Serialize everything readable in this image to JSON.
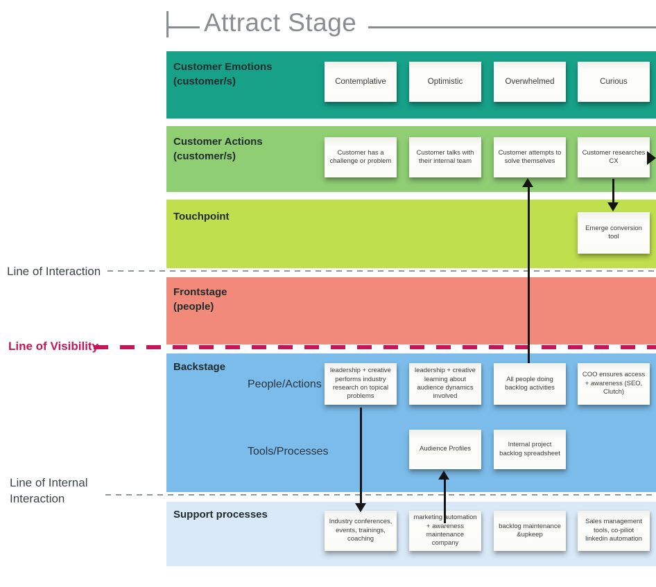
{
  "board": {
    "title": "Attract Stage"
  },
  "lines": {
    "interaction": {
      "label": "Line of Interaction"
    },
    "visibility": {
      "label": "Line of Visibility"
    },
    "internal": {
      "label": "Line of Internal\nInteraction"
    }
  },
  "rows": {
    "emotions": {
      "label": "Customer Emotions\n(customer/s)",
      "color": "#17a189",
      "notes": [
        "Contemplative",
        "Optimistic",
        "Overwhelmed",
        "Curious"
      ]
    },
    "actions": {
      "label": "Customer Actions\n(customer/s)",
      "color": "#90ce74",
      "notes": [
        "Customer has a challenge or problem",
        "Customer talks with their internal team",
        "Customer attempts to solve themselves",
        "Customer researches CX"
      ]
    },
    "touchpoint": {
      "label": "Touchpoint",
      "color": "#bfdf4d",
      "notes": [
        "Emerge conversion tool"
      ]
    },
    "frontstage": {
      "label": "Frontstage\n(people)",
      "color": "#f18a7b",
      "notes": []
    },
    "backstage": {
      "label": "Backstage",
      "color": "#7cbcea",
      "sublabel_people": "People/Actions",
      "sublabel_tools": "Tools/Processes",
      "people_notes": [
        "leadership + creative performs industry research on topical problems",
        "leadership + creative learning about audience dynamics involved",
        "All people doing backlog activities",
        "COO ensures access + awareness (SEO, Clutch)"
      ],
      "tools_notes": [
        "Audience Profiles",
        "Internal project backlog spreadsheet"
      ]
    },
    "support": {
      "label": "Support processes",
      "color": "#d9e9f7",
      "notes": [
        "Industry conferences, events, trainings, coaching",
        "marketing automation + awareness maintenance company",
        "backlog maintenance &upkeep",
        "Sales management tools, co-piliot linkedin automation"
      ]
    }
  },
  "colors": {
    "teal": "#17a189",
    "green": "#90ce74",
    "chartreuse": "#bfdf4d",
    "salmon": "#f18a7b",
    "blue": "#7cbcea",
    "pale_blue": "#d9e9f7",
    "magenta": "#c2185b",
    "gray_dash": "#8d9898",
    "title_gray": "#8a8d8f",
    "arrow": "#141414"
  }
}
